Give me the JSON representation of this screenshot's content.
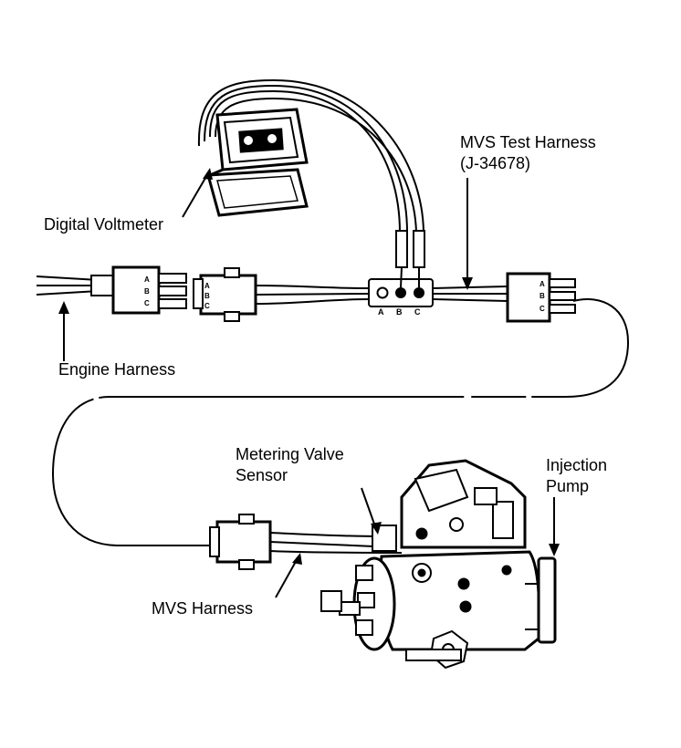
{
  "labels": {
    "digital_voltmeter": "Digital Voltmeter",
    "mvs_test_harness_line1": "MVS Test Harness",
    "mvs_test_harness_line2": "(J-34678)",
    "engine_harness": "Engine Harness",
    "metering_valve_line1": "Metering Valve",
    "metering_valve_line2": "Sensor",
    "injection_pump_line1": "Injection",
    "injection_pump_line2": "Pump",
    "mvs_harness": "MVS Harness"
  },
  "pins": {
    "a": "A",
    "b": "B",
    "c": "C"
  },
  "colors": {
    "ink": "#000000",
    "paper": "#ffffff"
  }
}
